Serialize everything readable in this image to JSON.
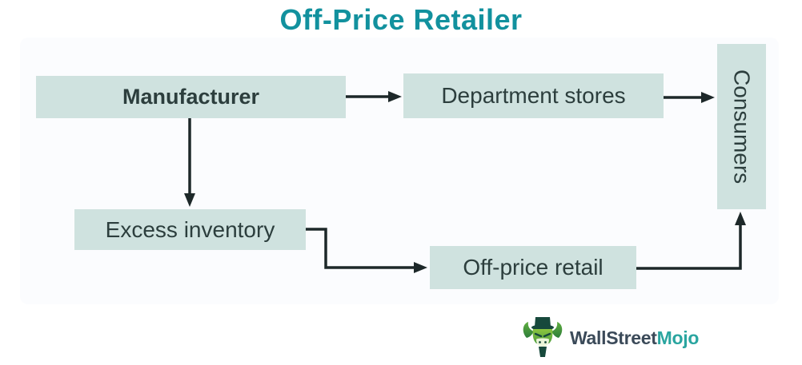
{
  "title": {
    "text": "Off-Price Retailer",
    "color": "#12919e"
  },
  "diagram": {
    "nodes": [
      {
        "id": "manufacturer",
        "label": "Manufacturer",
        "emphasis": "bold"
      },
      {
        "id": "department-stores",
        "label": "Department stores"
      },
      {
        "id": "consumers",
        "label": "Consumers",
        "orientation": "vertical"
      },
      {
        "id": "excess-inventory",
        "label": "Excess inventory"
      },
      {
        "id": "off-price-retail",
        "label": "Off-price retail"
      }
    ],
    "edges": [
      {
        "from": "manufacturer",
        "to": "department-stores"
      },
      {
        "from": "department-stores",
        "to": "consumers"
      },
      {
        "from": "manufacturer",
        "to": "excess-inventory"
      },
      {
        "from": "excess-inventory",
        "to": "off-price-retail"
      },
      {
        "from": "off-price-retail",
        "to": "consumers"
      }
    ],
    "colors": {
      "node_fill": "#cfe2df",
      "node_text": "#2c3e3d",
      "arrow": "#1d2829"
    }
  },
  "footer": {
    "logo_text_primary": "WallStreet",
    "logo_text_accent": "Mojo",
    "logo_colors": {
      "primary": "#3b4a59",
      "accent": "#2aa5a0"
    }
  }
}
